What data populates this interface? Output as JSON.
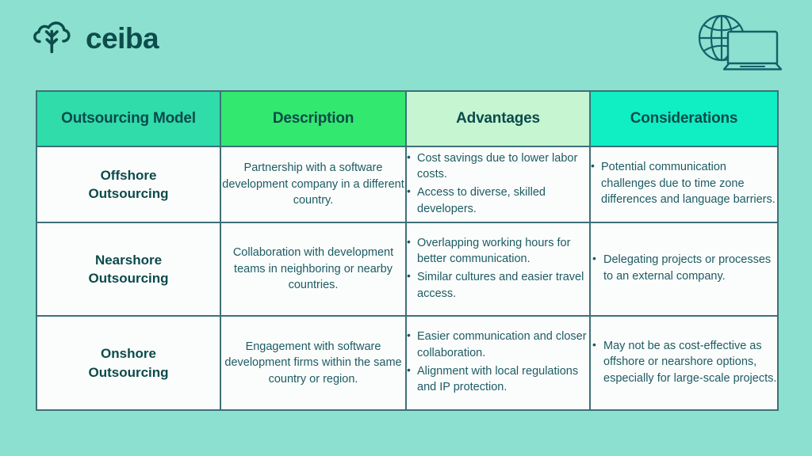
{
  "brand": {
    "name": "ceiba",
    "logo_icon": "ceiba-tree-icon",
    "logo_color": "#0d4c4c"
  },
  "decoration": {
    "icon": "globe-laptop-icon",
    "color": "#13616a"
  },
  "background_color": "#8ce0cf",
  "table": {
    "border_color": "#3d7078",
    "cell_background": "#fbfdfc",
    "headers": [
      {
        "label": "Outsourcing Model",
        "bg": "#2fdcaa"
      },
      {
        "label": "Description",
        "bg": "#32e86f"
      },
      {
        "label": "Advantages",
        "bg": "#c6f5d2"
      },
      {
        "label": "Considerations",
        "bg": "#10eec4"
      }
    ],
    "rows": [
      {
        "model": "Offshore\nOutsourcing",
        "description": "Partnership with a software development company in a different country.",
        "advantages": [
          "Cost savings due to lower labor costs.",
          "Access to diverse, skilled developers."
        ],
        "considerations": [
          "Potential communication challenges due to time zone differences and language barriers."
        ]
      },
      {
        "model": "Nearshore\nOutsourcing",
        "description": "Collaboration with development teams in neighboring or nearby countries.",
        "advantages": [
          "Overlapping working hours for better communication.",
          "Similar cultures and easier travel access."
        ],
        "considerations": [
          "Delegating projects or processes to an external company."
        ]
      },
      {
        "model": "Onshore\nOutsourcing",
        "description": "Engagement with software development firms within the same country or region.",
        "advantages": [
          "Easier communication and closer collaboration.",
          "Alignment with local regulations and IP protection."
        ],
        "considerations": [
          "May not be as cost-effective as offshore or nearshore options, especially for large-scale projects."
        ]
      }
    ]
  }
}
